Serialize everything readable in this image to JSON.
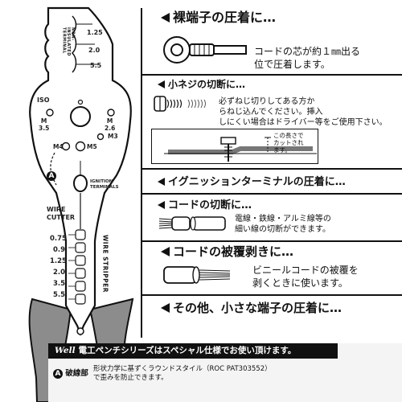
{
  "tool": {
    "crimp_sizes": [
      "1.25",
      "2.0",
      "5.5"
    ],
    "insulated_label": "NON-INSULATED TERMINAL",
    "screw_iso": "ISO",
    "screw_labels": {
      "m35": "M\n3.5",
      "m26": "M\n2.6",
      "m3": "M3",
      "m4": "M4",
      "m5": "M5"
    },
    "marker_a": "A",
    "ignition_label": "IGNITION TERMINALS",
    "wire_cutter_label": "WIRE CUTTER",
    "wire_stripper_label": "WIRE STRIPPER",
    "strip_sizes": [
      "0.75",
      "0.9",
      "1.25",
      "2.0",
      "3.5",
      "5.5"
    ]
  },
  "sections": {
    "terminal": {
      "heading": "裸端子の圧着に…",
      "desc": [
        "コードの芯が約１㎜出る",
        "位で圧着します。"
      ]
    },
    "screw": {
      "heading": "小ネジの切断に…",
      "desc": [
        "必ずねじ切りしてある方か",
        "らねじ込んでください。挿入",
        "しにくい場合はドライバー等をご使用下さい。"
      ],
      "note": "この長さで\nカットされ\nます。"
    },
    "ignition": {
      "heading": "イグニッションターミナルの圧着に…"
    },
    "cutting": {
      "heading": "コードの切断に…",
      "desc": [
        "電線・鉄線・アルミ線等の",
        "細い線の切断ができます。"
      ]
    },
    "stripping": {
      "heading": "コードの被覆剥きに…",
      "desc": [
        "ビニールコードの被覆を",
        "剥くときに使います。"
      ]
    },
    "other": {
      "heading": "その他、小さな端子の圧着に…"
    }
  },
  "footer": {
    "brand": "Well",
    "banner": "電工ペンチシリーズはスペシャル仕様でお使い頂けます。",
    "mark": "A",
    "part": "破線部",
    "desc1": "形状力学に基ずくラウンドスタイル（ROC PAT303552）",
    "desc2": "で歪みを防止できます。"
  },
  "colors": {
    "ink": "#111111",
    "handle": "#8c8c8c",
    "tool_fill": "#ffffff",
    "footer_bg": "#f4f4f4"
  }
}
